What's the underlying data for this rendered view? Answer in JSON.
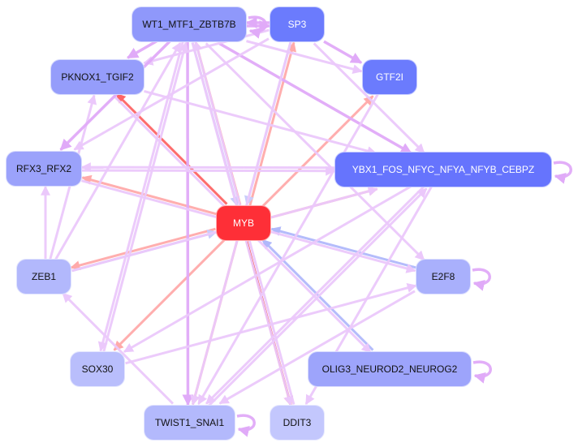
{
  "diagram": {
    "type": "gene-regulatory-network",
    "nodes": [
      {
        "id": "WT1_MTF1_ZBTB7B",
        "label": "WT1_MTF1_ZBTB7B",
        "color": "#8f98fb",
        "text": "dark"
      },
      {
        "id": "SP3",
        "label": "SP3",
        "color": "#6b7bfd",
        "text": "light"
      },
      {
        "id": "PKNOX1_TGIF2",
        "label": "PKNOX1_TGIF2",
        "color": "#959dfb",
        "text": "dark"
      },
      {
        "id": "GTF2I",
        "label": "GTF2I",
        "color": "#6b7bfd",
        "text": "light"
      },
      {
        "id": "RFX3_RFX2",
        "label": "RFX3_RFX2",
        "color": "#9ba2fb",
        "text": "dark"
      },
      {
        "id": "YBX1_FOS_NFYC_NFYA_NFYB_CEBPZ",
        "label": "YBX1_FOS_NFYC_NFYA_NFYB_CEBPZ",
        "color": "#6674fd",
        "text": "light"
      },
      {
        "id": "MYB",
        "label": "MYB",
        "color": "#fe2f37",
        "text": "light"
      },
      {
        "id": "ZEB1",
        "label": "ZEB1",
        "color": "#b2b8fc",
        "text": "dark"
      },
      {
        "id": "E2F8",
        "label": "E2F8",
        "color": "#a9b0fc",
        "text": "dark"
      },
      {
        "id": "SOX30",
        "label": "SOX30",
        "color": "#b9befc",
        "text": "dark"
      },
      {
        "id": "OLIG3_NEUROD2_NEUROG2",
        "label": "OLIG3_NEUROD2_NEUROG2",
        "color": "#9da4fb",
        "text": "dark"
      },
      {
        "id": "TWIST1_SNAI1",
        "label": "TWIST1_SNAI1",
        "color": "#b3b9fc",
        "text": "dark"
      },
      {
        "id": "DDIT3",
        "label": "DDIT3",
        "color": "#c3c7fd",
        "text": "dark"
      }
    ],
    "edge_colors": {
      "strong_red": "#f63a3a",
      "light_red": "#ffaaaa",
      "red_mid": "#fd6565",
      "blue": "#b0b8fb",
      "light_blue": "#c9cdfb",
      "violet": "#e0aaf8",
      "light_violet": "#ebc8fb"
    },
    "edges": [
      {
        "from": "MYB",
        "to": "PKNOX1_TGIF2",
        "color": "red_mid"
      },
      {
        "from": "MYB",
        "to": "RFX3_RFX2",
        "color": "light_red"
      },
      {
        "from": "MYB",
        "to": "ZEB1",
        "color": "light_red"
      },
      {
        "from": "MYB",
        "to": "SOX30",
        "color": "light_red"
      },
      {
        "from": "MYB",
        "to": "TWIST1_SNAI1",
        "color": "light_red"
      },
      {
        "from": "MYB",
        "to": "DDIT3",
        "color": "strong_red"
      },
      {
        "from": "MYB",
        "to": "YBX1_FOS_NFYC_NFYA_NFYB_CEBPZ",
        "color": "light_red"
      },
      {
        "from": "MYB",
        "to": "GTF2I",
        "color": "light_red"
      },
      {
        "from": "MYB",
        "to": "SP3",
        "color": "light_red"
      },
      {
        "from": "MYB",
        "to": "WT1_MTF1_ZBTB7B",
        "color": "light_red"
      },
      {
        "from": "WT1_MTF1_ZBTB7B",
        "to": "MYB",
        "color": "light_blue"
      },
      {
        "from": "SP3",
        "to": "MYB",
        "color": "light_blue"
      },
      {
        "from": "ZEB1",
        "to": "MYB",
        "color": "light_blue"
      },
      {
        "from": "E2F8",
        "to": "MYB",
        "color": "blue"
      },
      {
        "from": "OLIG3_NEUROD2_NEUROG2",
        "to": "MYB",
        "color": "blue"
      },
      {
        "from": "WT1_MTF1_ZBTB7B",
        "to": "PKNOX1_TGIF2",
        "color": "violet"
      },
      {
        "from": "WT1_MTF1_ZBTB7B",
        "to": "SP3",
        "color": "violet"
      },
      {
        "from": "SP3",
        "to": "WT1_MTF1_ZBTB7B",
        "color": "violet"
      },
      {
        "from": "WT1_MTF1_ZBTB7B",
        "to": "GTF2I",
        "color": "light_violet"
      },
      {
        "from": "WT1_MTF1_ZBTB7B",
        "to": "YBX1_FOS_NFYC_NFYA_NFYB_CEBPZ",
        "color": "violet"
      },
      {
        "from": "WT1_MTF1_ZBTB7B",
        "to": "TWIST1_SNAI1",
        "color": "violet"
      },
      {
        "from": "WT1_MTF1_ZBTB7B",
        "to": "E2F8",
        "color": "light_violet"
      },
      {
        "from": "WT1_MTF1_ZBTB7B",
        "to": "DDIT3",
        "color": "light_violet"
      },
      {
        "from": "WT1_MTF1_ZBTB7B",
        "to": "SOX30",
        "color": "light_violet"
      },
      {
        "from": "SP3",
        "to": "PKNOX1_TGIF2",
        "color": "light_violet"
      },
      {
        "from": "SP3",
        "to": "GTF2I",
        "color": "violet"
      },
      {
        "from": "SP3",
        "to": "RFX3_RFX2",
        "color": "light_violet"
      },
      {
        "from": "SP3",
        "to": "YBX1_FOS_NFYC_NFYA_NFYB_CEBPZ",
        "color": "light_violet"
      },
      {
        "from": "SP3",
        "to": "TWIST1_SNAI1",
        "color": "light_violet"
      },
      {
        "from": "RFX3_RFX2",
        "to": "YBX1_FOS_NFYC_NFYA_NFYB_CEBPZ",
        "color": "light_violet"
      },
      {
        "from": "YBX1_FOS_NFYC_NFYA_NFYB_CEBPZ",
        "to": "RFX3_RFX2",
        "color": "light_violet"
      },
      {
        "from": "PKNOX1_TGIF2",
        "to": "YBX1_FOS_NFYC_NFYA_NFYB_CEBPZ",
        "color": "light_violet"
      },
      {
        "from": "ZEB1",
        "to": "RFX3_RFX2",
        "color": "light_violet"
      },
      {
        "from": "ZEB1",
        "to": "PKNOX1_TGIF2",
        "color": "light_violet"
      },
      {
        "from": "ZEB1",
        "to": "WT1_MTF1_ZBTB7B",
        "color": "light_violet"
      },
      {
        "from": "ZEB1",
        "to": "YBX1_FOS_NFYC_NFYA_NFYB_CEBPZ",
        "color": "light_violet"
      },
      {
        "from": "RFX3_RFX2",
        "to": "E2F8",
        "color": "light_violet"
      },
      {
        "from": "SOX30",
        "to": "WT1_MTF1_ZBTB7B",
        "color": "light_violet"
      },
      {
        "from": "SOX30",
        "to": "E2F8",
        "color": "light_violet"
      },
      {
        "from": "TWIST1_SNAI1",
        "to": "ZEB1",
        "color": "light_violet"
      },
      {
        "from": "TWIST1_SNAI1",
        "to": "YBX1_FOS_NFYC_NFYA_NFYB_CEBPZ",
        "color": "light_violet"
      },
      {
        "from": "YBX1_FOS_NFYC_NFYA_NFYB_CEBPZ",
        "to": "TWIST1_SNAI1",
        "color": "light_violet"
      },
      {
        "from": "YBX1_FOS_NFYC_NFYA_NFYB_CEBPZ",
        "to": "SOX30",
        "color": "light_violet"
      },
      {
        "from": "YBX1_FOS_NFYC_NFYA_NFYB_CEBPZ",
        "to": "DDIT3",
        "color": "light_violet"
      },
      {
        "from": "DDIT3",
        "to": "WT1_MTF1_ZBTB7B",
        "color": "light_violet"
      },
      {
        "from": "PKNOX1_TGIF2",
        "to": "OLIG3_NEUROD2_NEUROG2",
        "color": "light_violet"
      },
      {
        "from": "WT1_MTF1_ZBTB7B",
        "to": "RFX3_RFX2",
        "color": "violet"
      },
      {
        "from": "GTF2I",
        "to": "TWIST1_SNAI1",
        "color": "light_violet"
      },
      {
        "from": "E2F8",
        "to": "TWIST1_SNAI1",
        "color": "light_violet"
      },
      {
        "from": "WT1_MTF1_ZBTB7B",
        "to": "WT1_MTF1_ZBTB7B",
        "color": "violet",
        "self": true
      },
      {
        "from": "YBX1_FOS_NFYC_NFYA_NFYB_CEBPZ",
        "to": "YBX1_FOS_NFYC_NFYA_NFYB_CEBPZ",
        "color": "violet",
        "self": true
      },
      {
        "from": "E2F8",
        "to": "E2F8",
        "color": "violet",
        "self": true
      },
      {
        "from": "OLIG3_NEUROD2_NEUROG2",
        "to": "OLIG3_NEUROD2_NEUROG2",
        "color": "violet",
        "self": true
      },
      {
        "from": "TWIST1_SNAI1",
        "to": "TWIST1_SNAI1",
        "color": "violet",
        "self": true
      }
    ]
  }
}
